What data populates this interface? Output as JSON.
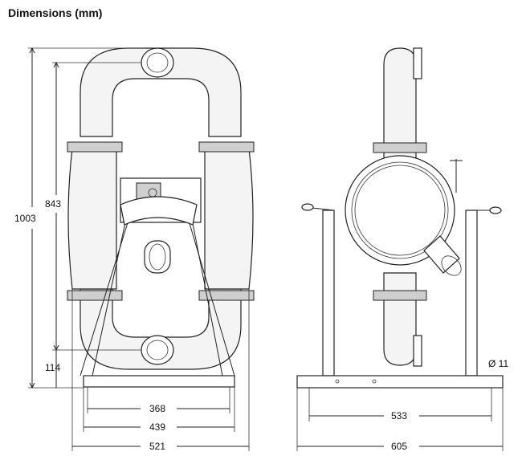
{
  "title": "Dimensions (mm)",
  "dimensions": {
    "overall_height": "1003",
    "port_center_height": "843",
    "inlet_height": "114",
    "foot_width_inner": "368",
    "foot_width_mid": "439",
    "foot_width_outer": "521",
    "side_base_inner": "533",
    "side_base_outer": "605",
    "hole_diameter": "Ø 11"
  }
}
